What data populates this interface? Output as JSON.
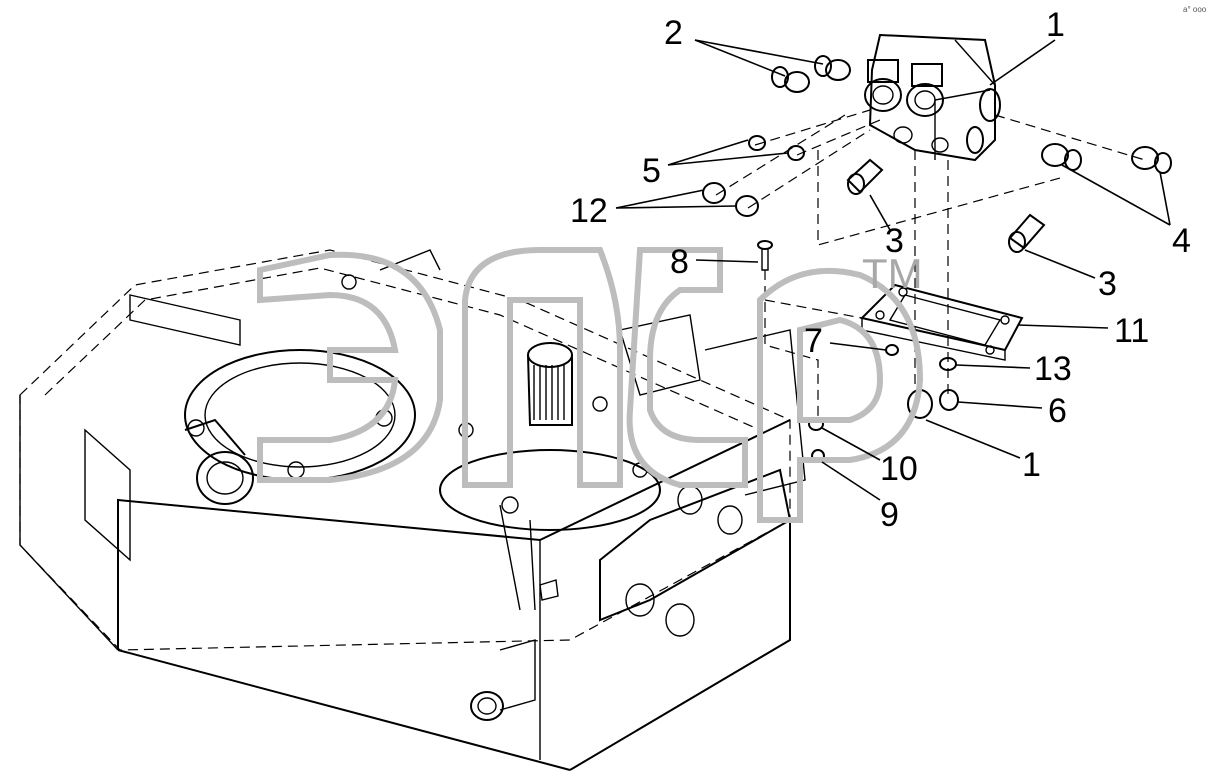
{
  "watermark": {
    "text": "ЭЛСР",
    "trademark": "TM"
  },
  "corner_mark": "a° ooo",
  "callouts": [
    {
      "id": "c1a",
      "label": "1"
    },
    {
      "id": "c2",
      "label": "2"
    },
    {
      "id": "c5",
      "label": "5"
    },
    {
      "id": "c12",
      "label": "12"
    },
    {
      "id": "c3a",
      "label": "3"
    },
    {
      "id": "c4",
      "label": "4"
    },
    {
      "id": "c3b",
      "label": "3"
    },
    {
      "id": "c8",
      "label": "8"
    },
    {
      "id": "c11",
      "label": "11"
    },
    {
      "id": "c7",
      "label": "7"
    },
    {
      "id": "c13",
      "label": "13"
    },
    {
      "id": "c6",
      "label": "6"
    },
    {
      "id": "c1b",
      "label": "1"
    },
    {
      "id": "c10",
      "label": "10"
    },
    {
      "id": "c9",
      "label": "9"
    }
  ]
}
